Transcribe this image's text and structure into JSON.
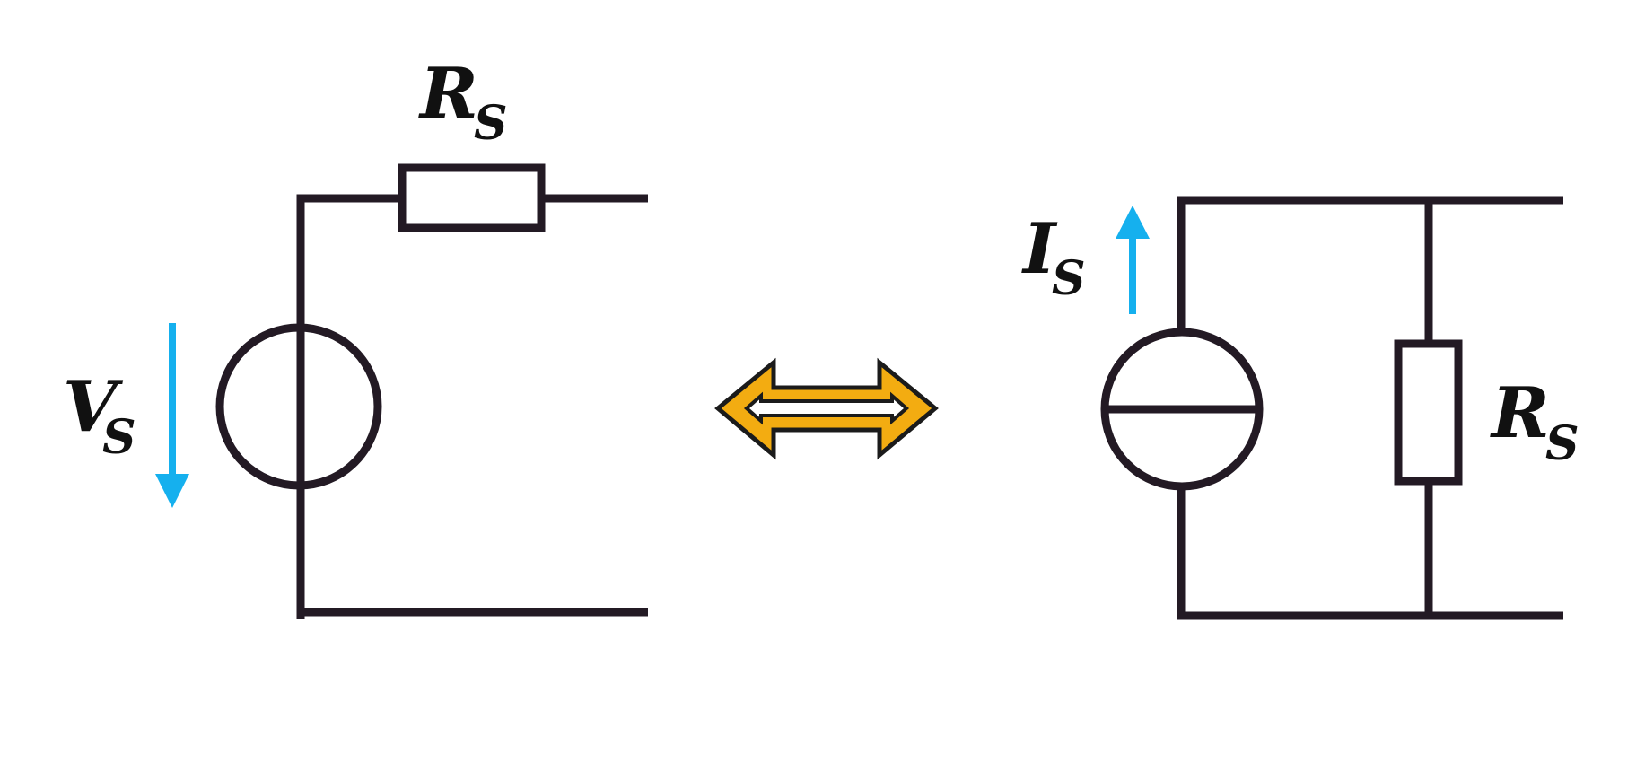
{
  "labels": {
    "left_resistor": {
      "symbol": "R",
      "subscript": "S"
    },
    "voltage_source": {
      "symbol": "V",
      "subscript": "S"
    },
    "current_source": {
      "symbol": "I",
      "subscript": "S"
    },
    "right_resistor": {
      "symbol": "R",
      "subscript": "S"
    }
  },
  "colors": {
    "wire": "#231a24",
    "direction_arrow": "#15b0ee",
    "equivalence_arrow_fill": "#f3ac11",
    "equivalence_arrow_outline": "#1b1b1b"
  },
  "icons": {
    "equivalence": "double-headed-arrow-icon",
    "voltage_direction": "down-arrow-icon",
    "current_direction": "up-arrow-icon"
  }
}
